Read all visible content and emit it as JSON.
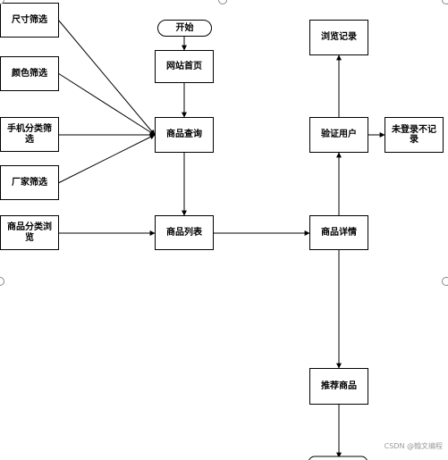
{
  "nodes": {
    "size_filter": "尺寸筛选",
    "color_filter": "颜色筛选",
    "phone_category_filter": "手机分类筛选",
    "manufacturer_filter": "厂家筛选",
    "category_browse": "商品分类浏览",
    "start": "开始",
    "home": "网站首页",
    "product_query": "商品查询",
    "product_list": "商品列表",
    "browse_history": "浏览记录",
    "verify_user": "验证用户",
    "not_logged_in": "未登录不记录",
    "product_detail": "商品详情",
    "recommend_products": "推荐商品"
  },
  "watermark": "CSDN @翰文编程"
}
